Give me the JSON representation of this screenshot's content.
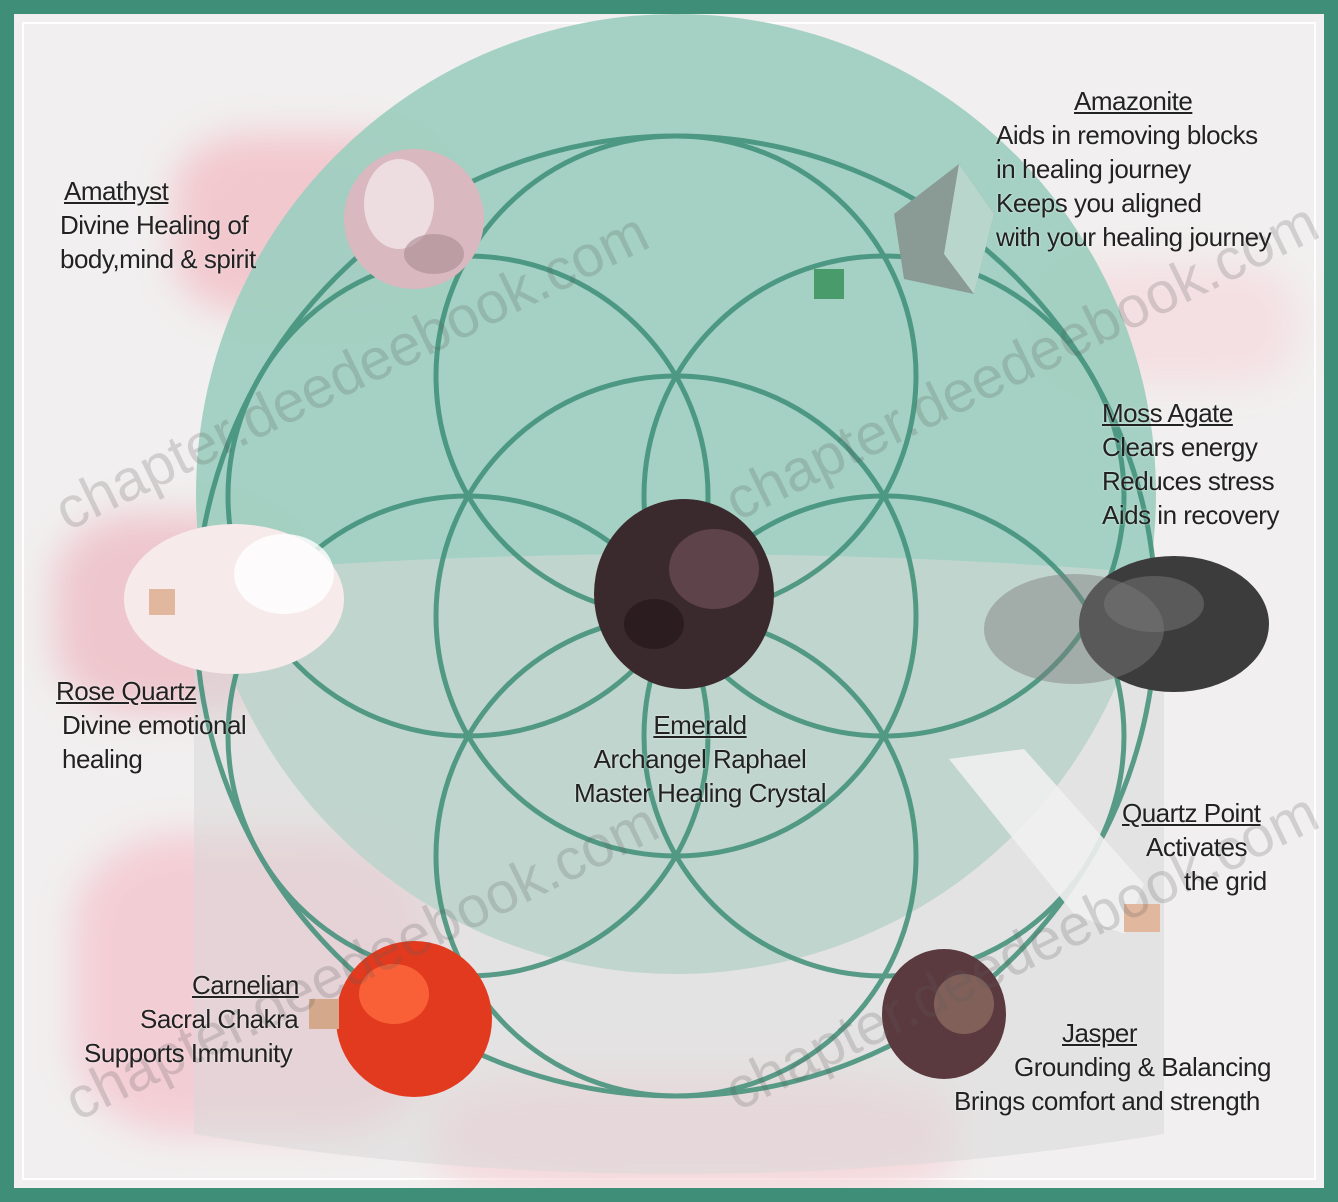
{
  "center": {
    "name": "Emerald",
    "lines": [
      "Archangel Raphael",
      "Master Healing Crystal"
    ]
  },
  "stones": [
    {
      "name": "Amathyst",
      "lines": [
        "Divine Healing of",
        "body,mind & spirit"
      ]
    },
    {
      "name": "Amazonite",
      "lines": [
        "Aids in removing blocks",
        "in healing journey",
        "Keeps you aligned",
        "with your healing journey"
      ]
    },
    {
      "name": "Moss Agate",
      "lines": [
        "Clears energy",
        "Reduces stress",
        "Aids in recovery"
      ]
    },
    {
      "name": "Rose Quartz",
      "lines": [
        "Divine emotional",
        "healing"
      ]
    },
    {
      "name": "Quartz Point",
      "lines": [
        "Activates",
        "the grid"
      ]
    },
    {
      "name": "Carnelian",
      "lines": [
        "Sacral Chakra",
        "Supports Immunity"
      ]
    },
    {
      "name": "Jasper",
      "lines": [
        "Grounding & Balancing",
        "Brings comfort and strength"
      ]
    }
  ],
  "watermarks": [
    "chapter.deedeebook.com",
    "chapter.deedeebook.com",
    "chapter.deedeebook.com",
    "chapter.deedeebook.com"
  ],
  "colors": {
    "frame": "#3f8f78",
    "teal_fill": "#9fcfc0",
    "grid_lines": "#3f8f78",
    "pink_blotches": "#f2c6cc"
  },
  "icons": [
    "amethyst-stone-icon",
    "amazonite-stone-icon",
    "moss-agate-stone-icon",
    "rose-quartz-stone-icon",
    "emerald-stone-icon",
    "quartz-point-stone-icon",
    "carnelian-stone-icon",
    "jasper-stone-icon"
  ]
}
